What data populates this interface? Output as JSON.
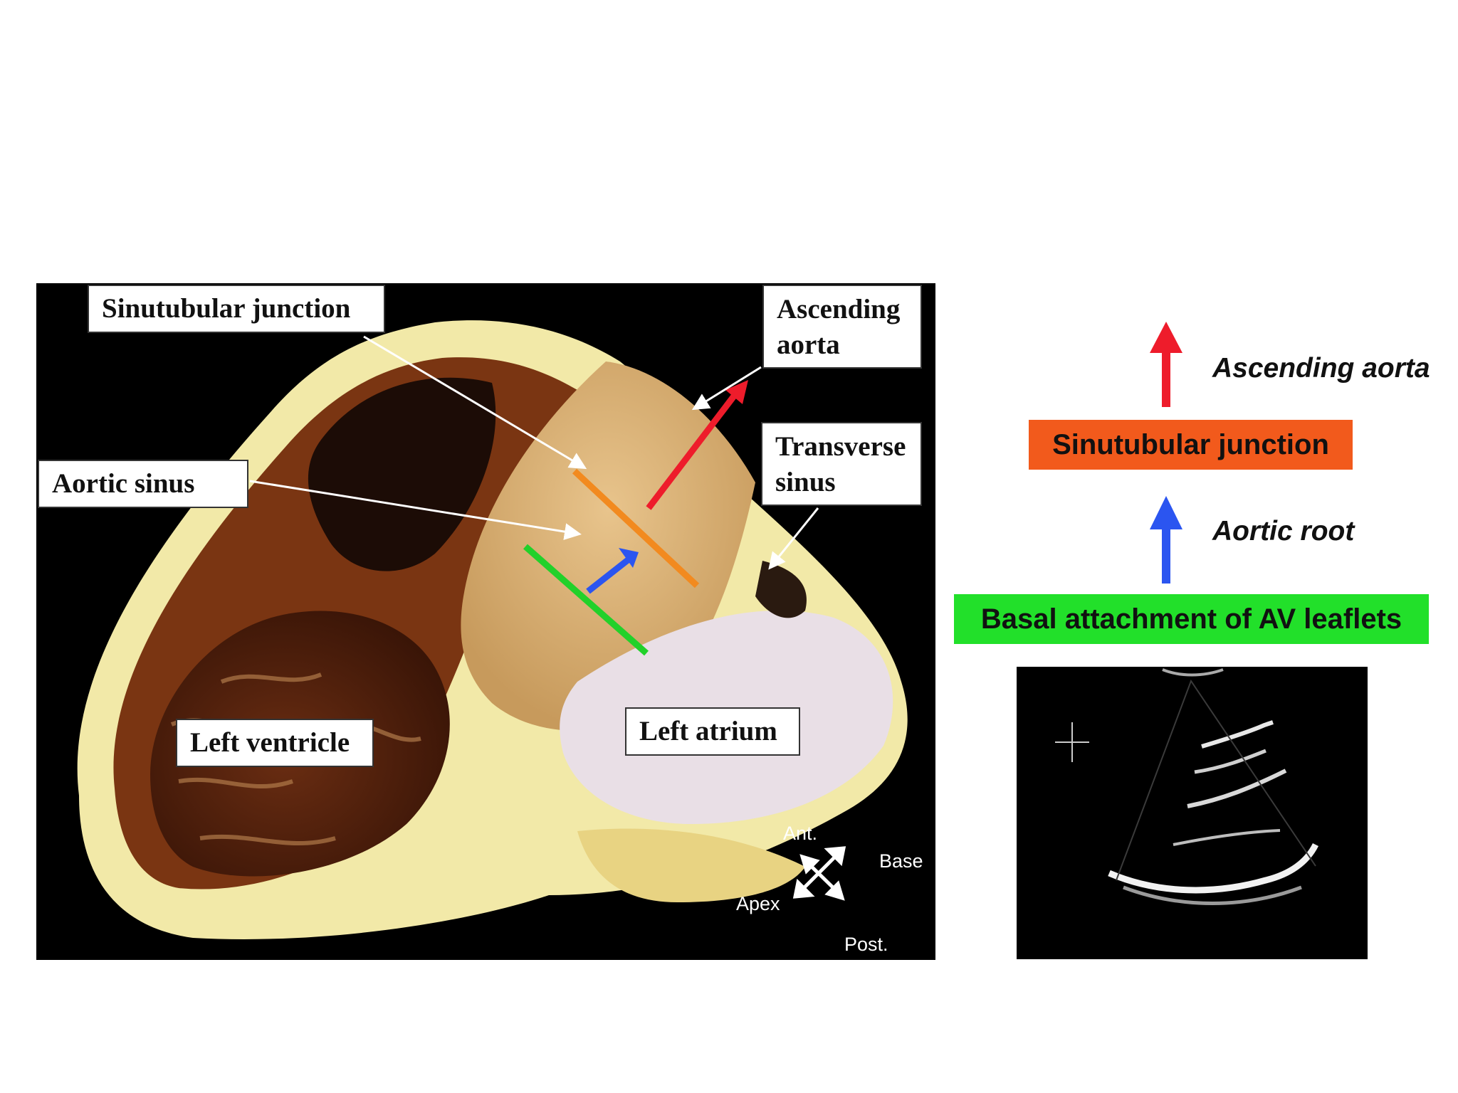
{
  "specimen": {
    "labels": {
      "sinutubular_junction": "Sinutubular junction",
      "ascending_aorta_line1": "Ascending",
      "ascending_aorta_line2": "aorta",
      "aortic_sinus": "Aortic sinus",
      "transverse_sinus_line1": "Transverse",
      "transverse_sinus_line2": "sinus",
      "left_ventricle": "Left ventricle",
      "left_atrium": "Left atrium"
    },
    "orientation": {
      "ant": "Ant.",
      "base": "Base",
      "apex": "Apex",
      "post": "Post."
    }
  },
  "flow": {
    "ascending_aorta": "Ascending aorta",
    "sinutubular_junction": "Sinutubular junction",
    "aortic_root": "Aortic root",
    "basal_attachment": "Basal attachment of AV leaflets"
  },
  "colors": {
    "sinutubular_line": "#f28a1f",
    "basal_line": "#22d12a",
    "aortic_root_arrow": "#2b55f0",
    "ascending_arrow": "#ee1c2b",
    "sinutubular_box": "#f25a1c",
    "basal_box": "#22e02a"
  }
}
